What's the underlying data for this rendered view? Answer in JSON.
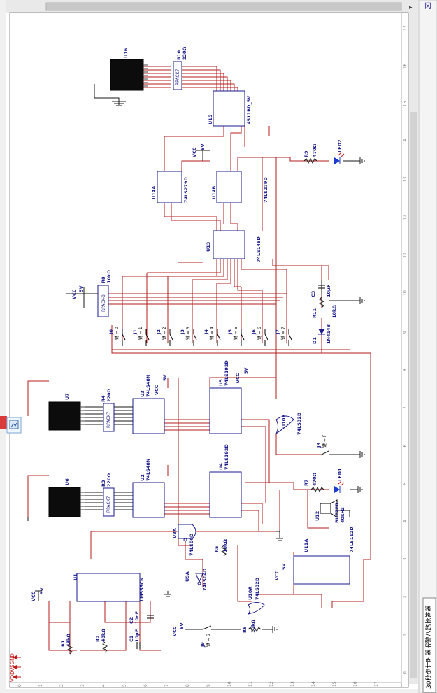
{
  "window": {
    "sheet_tab": "30秒倒计时器报警八路抢答器",
    "top_right_glyph": "冈",
    "left_marker": "VDDVSGND"
  },
  "ruler_numbers": [
    "0",
    "1",
    "2",
    "3",
    "4",
    "5",
    "6",
    "7",
    "8",
    "9",
    "10",
    "11",
    "12",
    "13",
    "14",
    "15",
    "16",
    "17"
  ],
  "chips": {
    "U1": {
      "ref": "U1",
      "part": "LM555CN"
    },
    "U2": {
      "ref": "U2",
      "part": "74LS48N"
    },
    "U3": {
      "ref": "U3",
      "part": "74LS48N"
    },
    "U4": {
      "ref": "U4",
      "part": "74LS192D"
    },
    "U5": {
      "ref": "U5",
      "part": "74LS192D"
    },
    "U8A": {
      "ref": "U8A",
      "part": "74LS00D"
    },
    "U9A": {
      "ref": "U9A",
      "part": "74LS04D"
    },
    "U10A": {
      "ref": "U10A",
      "part": "74LS32D"
    },
    "U10B": {
      "ref": "U10B",
      "part": "74LS32D"
    },
    "U11A": {
      "ref": "U11A",
      "part": "74LS112D"
    },
    "U12": {
      "ref": "U12",
      "part": "BUZZER",
      "extra": "40kHz"
    },
    "U13": {
      "ref": "U13",
      "part": "74LS148D"
    },
    "U14A": {
      "ref": "U14A",
      "part": "74LS279D"
    },
    "U14B": {
      "ref": "U14B",
      "part": "74LS279D"
    },
    "U15": {
      "ref": "U15",
      "part": "4511BD_5V"
    },
    "U6": {
      "ref": "U6"
    },
    "U7": {
      "ref": "U7"
    },
    "U16": {
      "ref": "U16"
    }
  },
  "resistors": {
    "R1": {
      "ref": "R1",
      "value": "48kΩ"
    },
    "R2": {
      "ref": "R2",
      "value": "48kΩ"
    },
    "R3": {
      "ref": "R3",
      "value": "220Ω"
    },
    "R4": {
      "ref": "R4",
      "value": "220Ω"
    },
    "R5": {
      "ref": "R5",
      "value": "10kΩ"
    },
    "R6": {
      "ref": "R6",
      "value": "10kΩ"
    },
    "R7": {
      "ref": "R7",
      "value": "470Ω"
    },
    "R8": {
      "ref": "R8",
      "value": "10kΩ"
    },
    "R9": {
      "ref": "R9",
      "value": "470Ω"
    },
    "R10": {
      "ref": "R10",
      "value": "220Ω"
    },
    "R11": {
      "ref": "R11",
      "value": "10kΩ"
    }
  },
  "capacitors": {
    "C1": {
      "ref": "C1",
      "value": "10µF"
    },
    "C2": {
      "ref": "C2",
      "value": "10nF"
    },
    "C3": {
      "ref": "C3",
      "value": "10µF"
    }
  },
  "diodes": {
    "D1": {
      "ref": "D1",
      "part": "1N4148"
    },
    "LED1": {
      "ref": "LED1"
    },
    "LED2": {
      "ref": "LED2"
    }
  },
  "switches": [
    {
      "ref": "J0",
      "key": "键 = 0"
    },
    {
      "ref": "J1",
      "key": "键 = 1"
    },
    {
      "ref": "J2",
      "key": "键 = 2"
    },
    {
      "ref": "J3",
      "key": "键 = 3"
    },
    {
      "ref": "J4",
      "key": "键 = 4"
    },
    {
      "ref": "J5",
      "key": "键 = 5"
    },
    {
      "ref": "J6",
      "key": "键 = 6"
    },
    {
      "ref": "J7",
      "key": "键 = 7"
    }
  ],
  "switch_j8": {
    "ref": "J8",
    "key": "键 = F"
  },
  "switch_j9": {
    "ref": "J9",
    "key": "键 = S"
  },
  "rpack": "RPACK7",
  "rpack8": "RPACK-8",
  "power": {
    "vcc": "VCC",
    "volt": "5V"
  }
}
